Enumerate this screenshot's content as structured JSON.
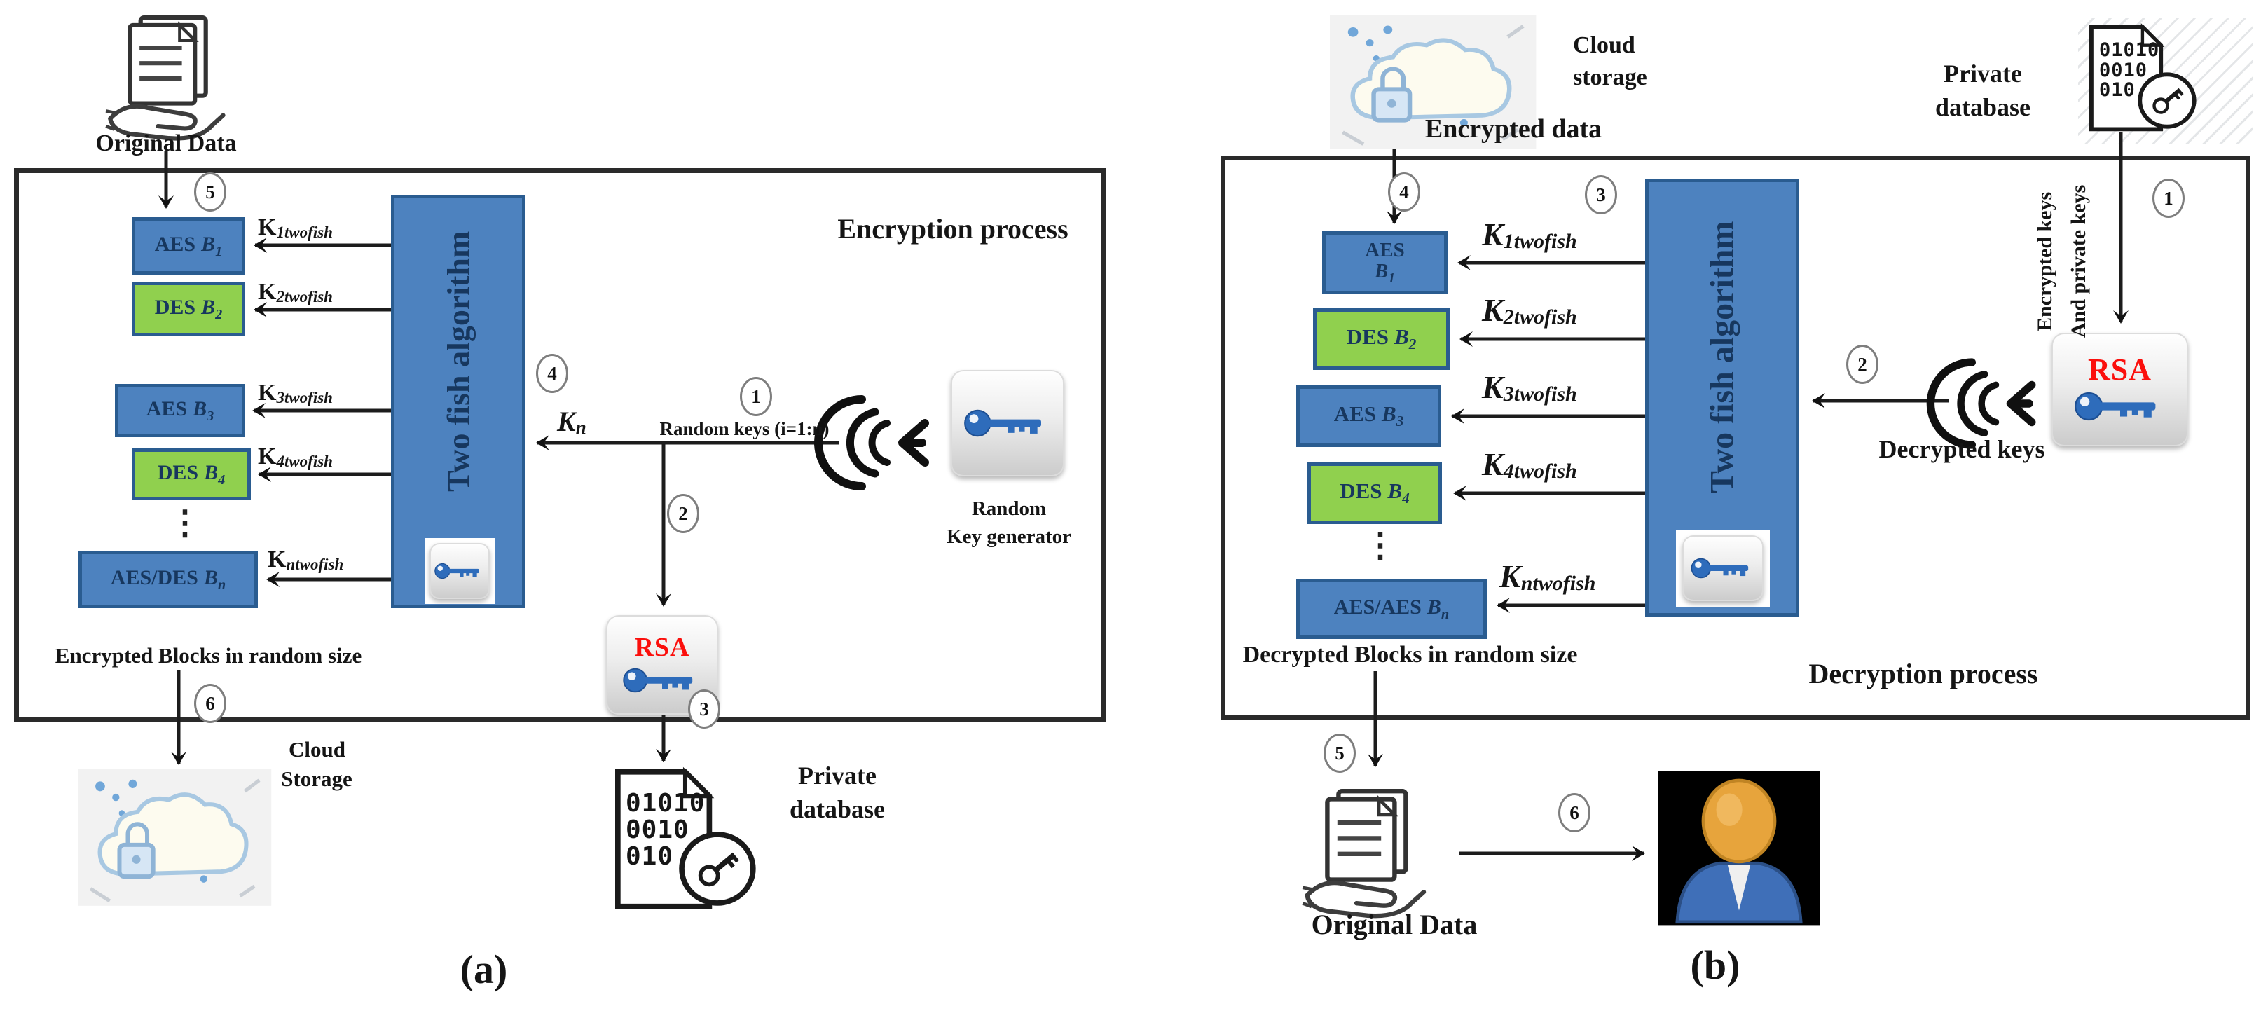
{
  "colors": {
    "block-blue": "#4d82bf",
    "block-green": "#90d04e",
    "border-blue": "#2a5c90",
    "navy": "#17375e",
    "rsa-red": "#fb0f0c",
    "key-blue": "#2e6cbb",
    "box-border": "#2a2a2a",
    "circle-border": "#7e7e7e"
  },
  "panel_a": {
    "panel_label": "(a)",
    "title": "Encryption process",
    "source_label": "Original Data",
    "blocks": [
      {
        "algo": "AES",
        "var": "B",
        "sub": "1",
        "type": "blue"
      },
      {
        "algo": "DES",
        "var": "B",
        "sub": "2",
        "type": "green"
      },
      {
        "algo": "AES",
        "var": "B",
        "sub": "3",
        "type": "blue"
      },
      {
        "algo": "DES",
        "var": "B",
        "sub": "4",
        "type": "green"
      },
      {
        "algo": "AES/DES",
        "var": "B",
        "sub": "n",
        "type": "blue"
      }
    ],
    "ellipsis": "⋮",
    "keys": [
      {
        "sym": "K",
        "sub": "1twofish"
      },
      {
        "sym": "K",
        "sub": "2twofish"
      },
      {
        "sym": "K",
        "sub": "3twofish"
      },
      {
        "sym": "K",
        "sub": "4twofish"
      },
      {
        "sym": "K",
        "sub": "ntwofish"
      }
    ],
    "twofish_label": "Two fish algorithm",
    "kn": {
      "sym": "K",
      "sub": "n"
    },
    "random_keys_label": "Random keys (i=1:n)",
    "generator_label_1": "Random",
    "generator_label_2": "Key generator",
    "rsa_label": "RSA",
    "private_db_label_1": "Private",
    "private_db_label_2": "database",
    "binary_lines": [
      "01010",
      "0010",
      "010"
    ],
    "encrypted_blocks_caption": "Encrypted Blocks in random size",
    "cloud_label_1": "Cloud",
    "cloud_label_2": "Storage",
    "steps": {
      "random_keys": "1",
      "keys_to_rsa": "2",
      "rsa_to_db": "3",
      "kn_to_twofish": "4",
      "data_input": "5",
      "blocks_to_cloud": "6"
    }
  },
  "panel_b": {
    "panel_label": "(b)",
    "title": "Decryption process",
    "cloud_label_1": "Cloud",
    "cloud_label_2": "storage",
    "encrypted_data_label": "Encrypted data",
    "private_db_label_1": "Private",
    "private_db_label_2": "database",
    "binary_lines": [
      "01010",
      "0010",
      "010"
    ],
    "enc_keys_line_1": "Encrypted keys",
    "enc_keys_line_2": "And private keys",
    "rsa_label": "RSA",
    "decrypted_keys_label": "Decrypted keys",
    "twofish_label": "Two fish algorithm",
    "blocks": [
      {
        "algo": "AES",
        "var": "B",
        "sub": "1",
        "type": "blue"
      },
      {
        "algo": "DES",
        "var": "B",
        "sub": "2",
        "type": "green"
      },
      {
        "algo": "AES",
        "var": "B",
        "sub": "3",
        "type": "blue"
      },
      {
        "algo": "DES",
        "var": "B",
        "sub": "4",
        "type": "green"
      },
      {
        "algo": "AES/AES",
        "var": "B",
        "sub": "n",
        "type": "blue"
      }
    ],
    "ellipsis": "⋮",
    "keys": [
      {
        "sym": "K",
        "sub": "1twofish"
      },
      {
        "sym": "K",
        "sub": "2twofish"
      },
      {
        "sym": "K",
        "sub": "3twofish"
      },
      {
        "sym": "K",
        "sub": "4twofish"
      },
      {
        "sym": "K",
        "sub": "ntwofish"
      }
    ],
    "decrypted_blocks_caption": "Decrypted Blocks in random size",
    "original_data_label": "Original Data",
    "steps": {
      "db_to_rsa": "1",
      "rsa_to_twofish": "2",
      "twofish_keys": "3",
      "cloud_to_blocks": "4",
      "blocks_to_data": "5",
      "data_to_user": "6"
    }
  }
}
